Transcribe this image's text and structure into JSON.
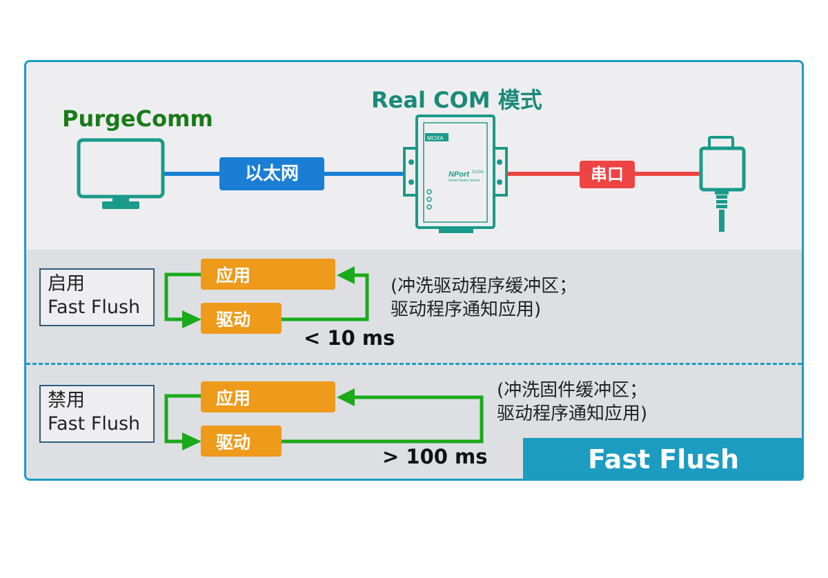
{
  "header": {
    "mode_title": "Real COM 模式",
    "purge_title": "PurgeComm"
  },
  "links": {
    "ethernet_label": "以太网",
    "serial_label": "串口"
  },
  "device": {
    "brand": "MOXA",
    "model": "NPort",
    "model_number": "5110A",
    "subtitle": "Serial Device Server"
  },
  "enabled": {
    "label_line1": "启用",
    "label_line2": "Fast Flush",
    "app": "应用",
    "driver": "驱动",
    "note_line1": "(冲洗驱动程序缓冲区；",
    "note_line2": "驱动程序通知应用)",
    "time": "< 10 ms"
  },
  "disabled": {
    "label_line1": "禁用",
    "label_line2": "Fast Flush",
    "app": "应用",
    "driver": "驱动",
    "note_line1": "(冲洗固件缓冲区；",
    "note_line2": "驱动程序通知应用)",
    "time": "> 100 ms"
  },
  "banner": "Fast Flush",
  "colors": {
    "teal": "#1b9cc0",
    "green": "#1a8c1a",
    "orange": "#ee9a1b",
    "red": "#ee4444",
    "blue": "#1a7fd4",
    "device": "#1a9a8a"
  }
}
